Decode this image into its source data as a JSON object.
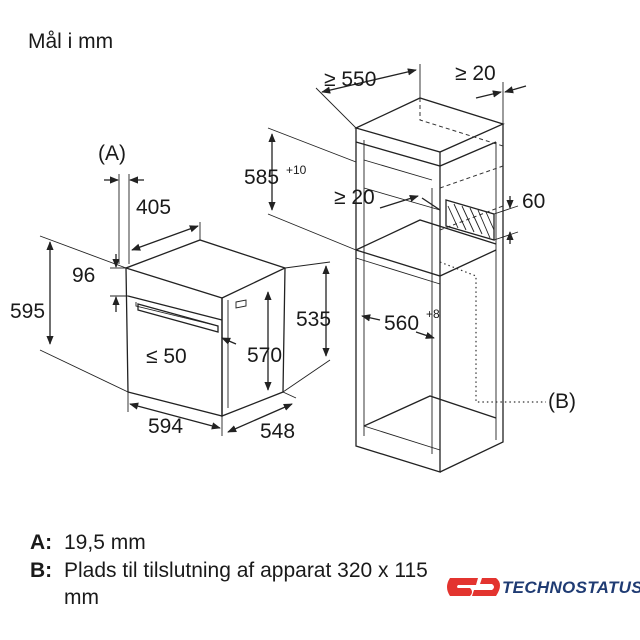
{
  "title": "Mål i mm",
  "dimensions": {
    "a_label": "(A)",
    "b_label": "(B)",
    "oven_depth_top": "405",
    "oven_front_top": "96",
    "oven_height": "595",
    "oven_handle": "≤ 50",
    "oven_inner_height": "570",
    "oven_width": "594",
    "oven_depth": "548",
    "cabinet_height_out": "535",
    "niche_height": "585",
    "niche_height_tol": "+10",
    "cabinet_depth": "≥ 550",
    "top_gap": "≥ 20",
    "rear_gap": "≥ 20",
    "vent": "60",
    "niche_width": "560",
    "niche_width_tol": "+8"
  },
  "notes": [
    {
      "key": "A:",
      "text": "19,5 mm"
    },
    {
      "key": "B:",
      "text": "Plads til tilslutning af apparat 320 x 115",
      "cont": "mm"
    }
  ],
  "brand": {
    "name": "TECHNOSTATUS",
    "color": "#e3342f",
    "text_color": "#1f3b73"
  }
}
